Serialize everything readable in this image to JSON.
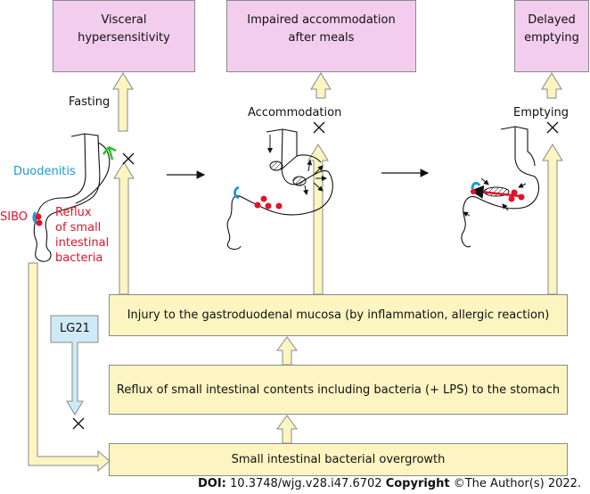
{
  "top_boxes": {
    "visceral": "Visceral\nhypersensitivity",
    "impaired": "Impaired accommodation\nafter meals",
    "delayed": "Delayed\nemptying"
  },
  "labels": {
    "fasting": "Fasting",
    "accommodation": "Accommodation",
    "emptying": "Emptying",
    "duodenitis": "Duodenitis",
    "sibo": "SIBO",
    "reflux_small": "Reflux\nof small\nintestinal\nbacteria",
    "lg21": "LG21"
  },
  "yellow_boxes": {
    "injury": "Injury to the gastroduodenal mucosa (by inflammation, allergic reaction)",
    "reflux": "Reflux of small intestinal contents including bacteria (+ LPS) to the stomach",
    "overgrowth": "Small intestinal bacterial overgrowth"
  },
  "footer": {
    "doi_label": "DOI:",
    "doi_value": "10.3748/wjg.v28.i47.6702",
    "copyright_label": "Copyright",
    "copyright_value": "©The Author(s) 2022."
  },
  "colors": {
    "pink_box": "#f3cdee",
    "yellow_box": "#fcf5c2",
    "lg21_box": "#cfeaf7",
    "red": "#e0142a",
    "blue": "#1a9ad6",
    "green": "#2bbf2b"
  }
}
